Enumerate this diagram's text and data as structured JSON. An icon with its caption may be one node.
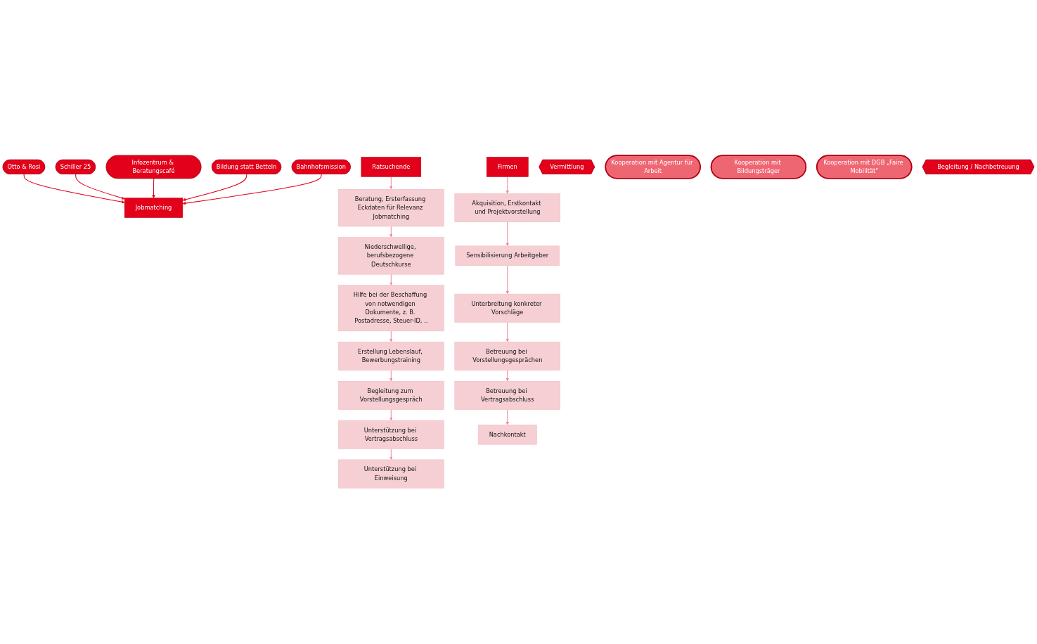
{
  "diagram": {
    "nodes": [
      {
        "text": [
          "Otto & Rosi"
        ]
      },
      {
        "text": [
          "Schiller 25"
        ]
      },
      {
        "text": [
          "Infozentrum & Beratungscafé"
        ]
      },
      {
        "text": [
          "Bildung statt Betteln"
        ]
      },
      {
        "text": [
          "Bahnhofsmission"
        ]
      },
      {
        "text": [
          "Jobmatching"
        ]
      },
      {
        "text": [
          "Ratsuchende"
        ]
      },
      {
        "text": [
          "Beratung, Ersterfassung Eckdaten für Relevanz Jobmatching"
        ]
      },
      {
        "text": [
          "Niederschwellige, berufsbezogene Deutschkurse"
        ]
      },
      {
        "text": [
          "Hilfe bei der Beschaffung von notwendigen Dokumente, z. B. Postadresse, Steuer-ID, .."
        ]
      },
      {
        "text": [
          "Erstellung Lebenslauf, Bewerbungstraining"
        ]
      },
      {
        "text": [
          "Begleitung zum Vorstellungsgespräch"
        ]
      },
      {
        "text": [
          "Unterstützung bei Vertragsabschluss"
        ]
      },
      {
        "text": [
          "Unterstützung bei Einweisung"
        ]
      },
      {
        "text": [
          "Firmen"
        ]
      },
      {
        "text": [
          "Akquisition, Erstkontakt und Projektvorstellung"
        ]
      },
      {
        "text": [
          "Sensibilisierung Arbeitgeber"
        ]
      },
      {
        "text": [
          "Unterbreitung konkreter Vorschläge"
        ]
      },
      {
        "text": [
          "Betreuung bei Vorstellungsgesprächen"
        ]
      },
      {
        "text": [
          "Betreuung bei Vertragsabschluss"
        ]
      },
      {
        "text": [
          "Nachkontakt"
        ]
      },
      {
        "text": [
          "Vermittlung"
        ]
      },
      {
        "text": [
          "Kooperation mit Agentur für Arbeit"
        ]
      },
      {
        "text": [
          "Kooperation mit Bildungsträger"
        ]
      },
      {
        "text": [
          "Kooperation mit DGB „Faire Mobilität\""
        ]
      },
      {
        "text": [
          "Begleitung / Nachbetreuung"
        ]
      }
    ],
    "edges": [
      {
        "from": 0,
        "to": 5,
        "arrow": "to",
        "color": "#e2001a"
      },
      {
        "from": 1,
        "to": 5,
        "arrow": "to",
        "color": "#e2001a"
      },
      {
        "from": 2,
        "to": 5,
        "arrow": "to",
        "color": "#e2001a"
      },
      {
        "from": 3,
        "to": 5,
        "arrow": "to",
        "color": "#e2001a"
      },
      {
        "from": 4,
        "to": 5,
        "arrow": "to",
        "color": "#e2001a"
      },
      {
        "from": 6,
        "to": 7,
        "arrow": "to"
      },
      {
        "from": 7,
        "to": 8,
        "arrow": "to"
      },
      {
        "from": 8,
        "to": 9,
        "arrow": "to"
      },
      {
        "from": 9,
        "to": 10,
        "arrow": "to"
      },
      {
        "from": 10,
        "to": 11,
        "arrow": "to"
      },
      {
        "from": 11,
        "to": 12,
        "arrow": "to"
      },
      {
        "from": 12,
        "to": 13,
        "arrow": "to"
      },
      {
        "from": 14,
        "to": 15,
        "arrow": "to"
      },
      {
        "from": 15,
        "to": 16,
        "arrow": "to"
      },
      {
        "from": 16,
        "to": 17,
        "arrow": "to"
      },
      {
        "from": 17,
        "to": 18,
        "arrow": "to"
      },
      {
        "from": 18,
        "to": 19,
        "arrow": "to"
      },
      {
        "from": 19,
        "to": 20,
        "arrow": "to"
      }
    ]
  }
}
